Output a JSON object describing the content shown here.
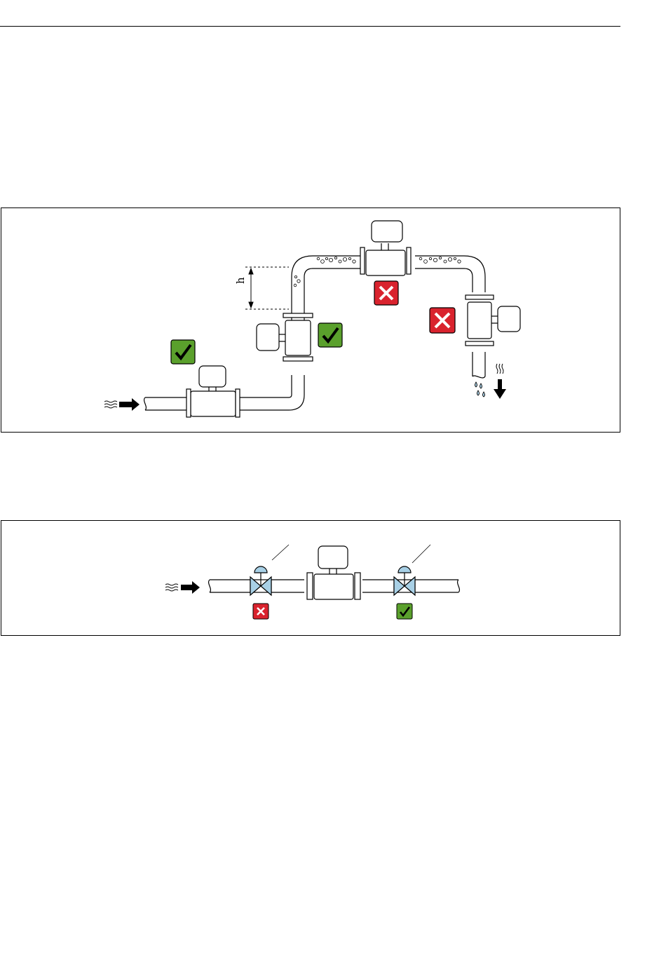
{
  "figure1": {
    "dimension_label": "h",
    "markers": [
      {
        "meaning": "correct",
        "icon": "check-icon",
        "color": "#5aa02c"
      },
      {
        "meaning": "correct",
        "icon": "check-icon",
        "color": "#5aa02c"
      },
      {
        "meaning": "incorrect",
        "icon": "cross-icon",
        "color": "#d9232e"
      },
      {
        "meaning": "incorrect",
        "icon": "cross-icon",
        "color": "#d9232e"
      }
    ]
  },
  "figure2": {
    "markers": [
      {
        "meaning": "incorrect",
        "icon": "cross-icon",
        "color": "#d9232e"
      },
      {
        "meaning": "correct",
        "icon": "check-icon",
        "color": "#5aa02c"
      }
    ]
  },
  "colors": {
    "check_green": "#5aa02c",
    "cross_red": "#d9232e",
    "valve_blue": "#a8d0e6",
    "line": "#000000"
  }
}
